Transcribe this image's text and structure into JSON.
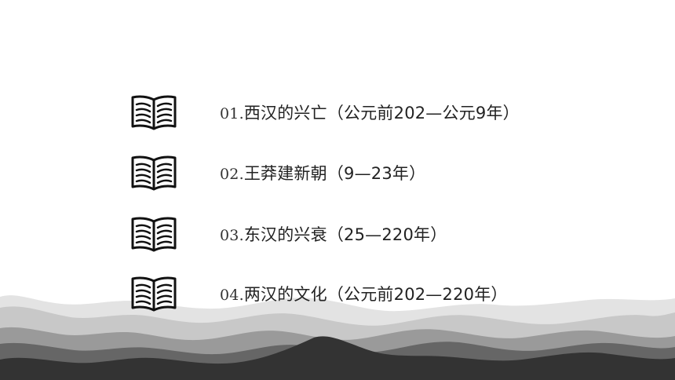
{
  "slide": {
    "items": [
      {
        "number": "01.",
        "title": "西汉的兴亡（公元前202—公元9年）",
        "icon": "open-book-icon"
      },
      {
        "number": "02.",
        "title": "王莽建新朝（9—23年）",
        "icon": "open-book-icon"
      },
      {
        "number": "03.",
        "title": "东汉的兴衰（25—220年）",
        "icon": "open-book-icon"
      },
      {
        "number": "04.",
        "title": "两汉的文化（公元前202—220年）",
        "icon": "open-book-icon"
      }
    ]
  },
  "colors": {
    "background": "#ffffff",
    "text": "#222222",
    "mountain_light": "#d9d9d9",
    "mountain_mid": "#9e9e9e",
    "mountain_dark": "#3a3a3a"
  }
}
